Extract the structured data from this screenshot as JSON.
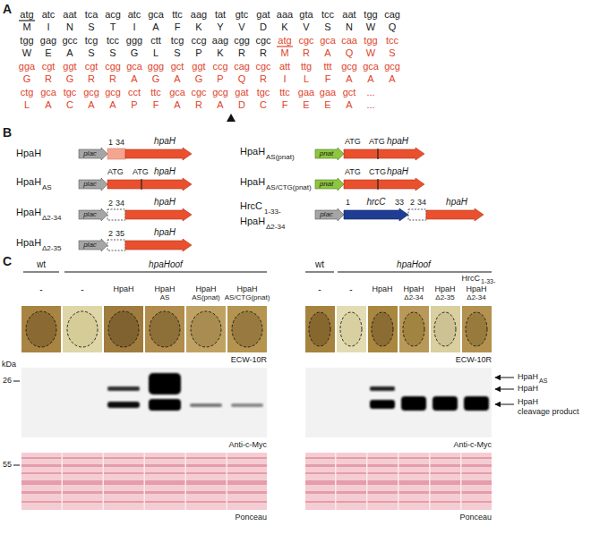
{
  "diagram": {
    "nodes": [
      {
        "text": [
          "plac"
        ]
      },
      {
        "text": [
          "hpaH"
        ]
      },
      {
        "text": [
          "plac"
        ]
      },
      {
        "text": [
          "hpaH"
        ]
      },
      {
        "text": [
          "plac"
        ]
      },
      {
        "text": [
          "hpaH"
        ]
      },
      {
        "text": [
          "plac"
        ]
      },
      {
        "text": [
          "hpaH"
        ]
      },
      {
        "text": [
          "pnat"
        ]
      },
      {
        "text": [
          "hpaH"
        ]
      },
      {
        "text": [
          "pnat"
        ]
      },
      {
        "text": [
          "hpaH"
        ]
      },
      {
        "text": [
          "plac"
        ]
      },
      {
        "text": [
          "hrcC"
        ]
      },
      {
        "text": [
          "hpaH"
        ]
      }
    ],
    "labels": [
      "A",
      "atg",
      "atc",
      "aat",
      "tca",
      "acg",
      "atc",
      "gca",
      "ttc",
      "aag",
      "tat",
      "gtc",
      "gat",
      "aaa",
      "gta",
      "tcc",
      "aat",
      "tgg",
      "cag",
      "M",
      "I",
      "N",
      "S",
      "T",
      "I",
      "A",
      "F",
      "K",
      "Y",
      "V",
      "D",
      "K",
      "V",
      "S",
      "N",
      "W",
      "Q",
      "tgg",
      "gag",
      "gcc",
      "tcg",
      "tcc",
      "ggg",
      "ctt",
      "tcg",
      "ccg",
      "aag",
      "cgg",
      "cgc",
      "atg",
      "cgc",
      "gca",
      "caa",
      "tgg",
      "tcc",
      "W",
      "E",
      "A",
      "S",
      "S",
      "G",
      "L",
      "S",
      "P",
      "K",
      "R",
      "R",
      "M",
      "R",
      "A",
      "Q",
      "W",
      "S",
      "gga",
      "cgt",
      "ggt",
      "cgt",
      "cgg",
      "gca",
      "ggg",
      "gct",
      "ggt",
      "ccg",
      "cag",
      "cgc",
      "att",
      "ttg",
      "ttt",
      "gcg",
      "gca",
      "gcg",
      "G",
      "R",
      "G",
      "R",
      "R",
      "A",
      "G",
      "A",
      "G",
      "P",
      "Q",
      "R",
      "I",
      "L",
      "F",
      "A",
      "A",
      "A",
      "ctg",
      "gca",
      "tgc",
      "gcg",
      "gcg",
      "cct",
      "ttc",
      "gca",
      "cgc",
      "gcg",
      "gat",
      "tgc",
      "ttc",
      "gaa",
      "gaa",
      "gct",
      "...",
      "L",
      "A",
      "C",
      "A",
      "A",
      "P",
      "F",
      "A",
      "R",
      "A",
      "D",
      "C",
      "F",
      "E",
      "E",
      "A",
      "...",
      "B",
      "HpaH",
      "1",
      "34",
      "HpaH",
      "AS",
      "ATG",
      "ATG",
      "HpaH",
      "Δ2-34",
      "2",
      "34",
      "HpaH",
      "Δ2-35",
      "2",
      "35",
      "HpaH",
      "AS(pnat)",
      "ATG",
      "ATG",
      "HpaH",
      "AS/CTG(pnat)",
      "ATG",
      "CTG",
      "HrcC",
      "1-33-",
      "HpaH",
      "Δ2-34",
      "1",
      "33",
      "2",
      "34",
      "C",
      "wt",
      "hpaHoof",
      "-",
      "-",
      "HpaH",
      "HpaH",
      "AS",
      "HpaH",
      "AS(pnat)",
      "HpaH",
      "AS/CTG(pnat)",
      "ECW-10R",
      "kDa",
      "26",
      "Anti-c-Myc",
      "55",
      "Ponceau",
      "wt",
      "hpaHoof",
      "-",
      "-",
      "HpaH",
      "HpaH",
      "Δ2-34",
      "HpaH",
      "Δ2-35",
      "HrcC",
      "1-33-",
      "HpaH",
      "Δ2-34",
      "ECW-10R",
      "Anti-c-Myc",
      "HpaH",
      "AS",
      "HpaH",
      "HpaH",
      "cleavage product",
      "Ponceau"
    ]
  }
}
